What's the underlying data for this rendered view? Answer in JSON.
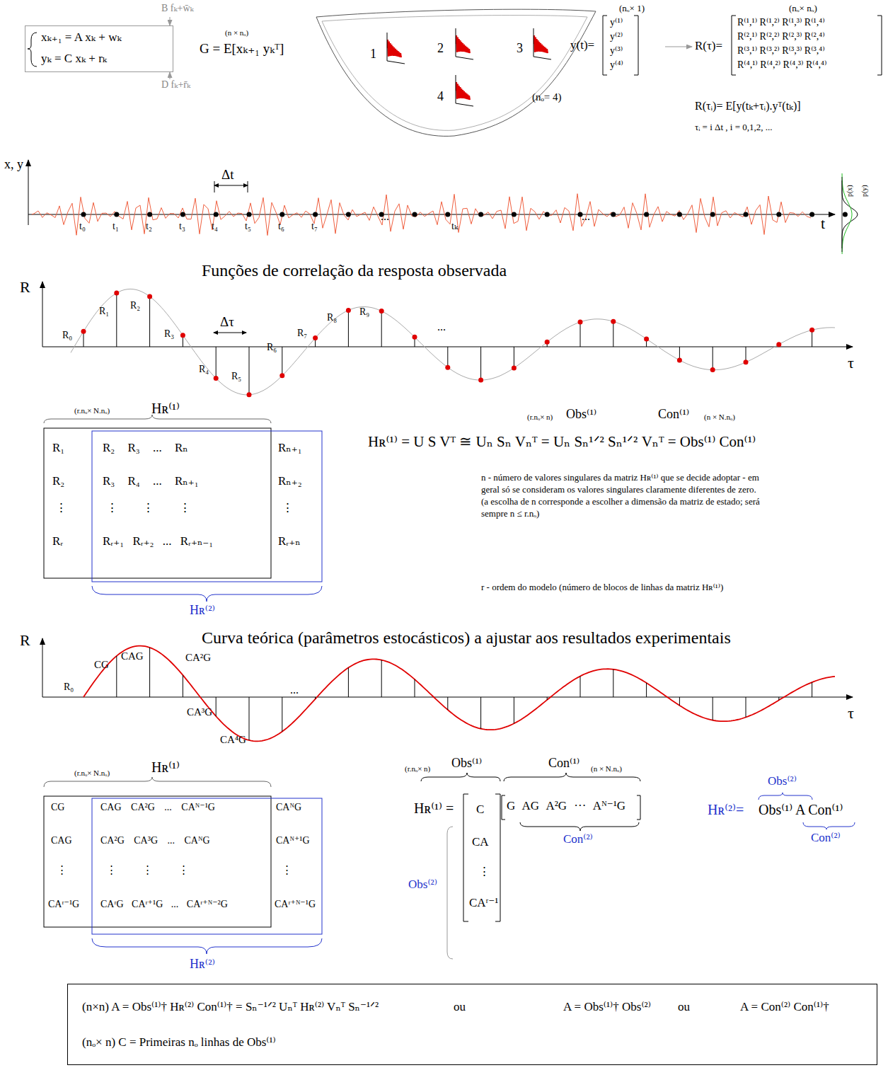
{
  "diagram": {
    "nodes": [
      {
        "text": [
          "xₖ₊₁ = A xₖ + wₖ",
          "yₖ = C xₖ + rₖ"
        ]
      },
      {
        "text": [
          "(n×n)  A = Obs⁽¹⁾† Hʀ⁽²⁾ Con⁽¹⁾† = Sₙ⁻¹ᐟ² Uₙᵀ Hʀ⁽²⁾ Vₙᵀ Sₙ⁻¹ᐟ²",
          "ou",
          "A = Obs⁽¹⁾† Obs⁽²⁾",
          "ou",
          "A = Con⁽²⁾ Con⁽¹⁾†",
          "(nₒ× n)  C = Primeiras nₒ linhas de Obs⁽¹⁾"
        ]
      }
    ],
    "labels": [
      "B fₖ+w̄ₖ",
      "D fₖ+r̄ₖ",
      "(n × nₒ)",
      "G = E[xₖ₊₁ yₖᵀ]",
      "1",
      "2",
      "3",
      "4",
      "(nₒ= 4)",
      "(nₒ× 1)",
      "y(t)=",
      "y⁽¹⁾",
      "y⁽²⁾",
      "y⁽³⁾",
      "y⁽⁴⁾",
      "(nₒ× nₒ)",
      "R(τ)=",
      "R⁽¹,¹⁾ R⁽¹,²⁾ R⁽¹,³⁾ R⁽¹,⁴⁾",
      "R⁽²,¹⁾ R⁽²,²⁾ R⁽²,³⁾ R⁽²,⁴⁾",
      "R⁽³,¹⁾ R⁽³,²⁾ R⁽³,³⁾ R⁽³,⁴⁾",
      "R⁽⁴,¹⁾ R⁽⁴,²⁾ R⁽⁴,³⁾ R⁽⁴,⁴⁾",
      "R(τᵢ)= E[y(tₖ+τᵢ).yᵀ(tₖ)]",
      "τᵢ = i Δt , i = 0,1,2, ...",
      "x, y",
      "Δt",
      "t₀",
      "t₁",
      "t₂",
      "t₃",
      "t₄",
      "t₅",
      "t₆",
      "t₇",
      "...",
      "tₖ",
      "...",
      "t",
      "p(x)",
      "p(y)",
      "Funções de correlação da resposta observada",
      "R",
      "R₀",
      "R₁",
      "R₂",
      "R₃",
      "R₄",
      "R₅",
      "R₆",
      "R₇",
      "R₈",
      "R₉",
      "Δτ",
      "...",
      "τ",
      "(r.nₒ× N.nₒ)",
      "Hʀ⁽¹⁾",
      "R₁",
      "R₂ R₃ ... Rₙ",
      "Rₙ₊₁",
      "R₂",
      "R₃ R₄ ... Rₙ₊₁",
      "Rₙ₊₂",
      "⋮",
      "⋮ ⋮ ⋮",
      "⋮",
      "Rᵣ",
      "Rᵣ₊₁ Rᵣ₊₂ ... Rᵣ₊ₙ₋₁",
      "Rᵣ₊ₙ",
      "Hʀ⁽²⁾",
      "(r.nₒ× n)",
      "Obs⁽¹⁾",
      "Con⁽¹⁾",
      "(n × N.nₒ)",
      "Hʀ⁽¹⁾ = U S Vᵀ ≅ Uₙ Sₙ Vₙᵀ = Uₙ Sₙ¹ᐟ² Sₙ¹ᐟ² Vₙᵀ = Obs⁽¹⁾ Con⁽¹⁾",
      "n - número de valores singulares da matriz Hʀ⁽¹⁾ que se decide adoptar - em geral só se consideram os valores singulares claramente diferentes de zero. (a escolha de n corresponde a escolher a dimensão da matriz de estado; será sempre n ≤ r.nₒ)",
      "r - ordem do modelo (número de blocos de linhas da matriz Hʀ⁽¹⁾)",
      "R",
      "Curva teórica (parâmetros estocásticos) a ajustar aos resultados experimentais",
      "R₀",
      "CG",
      "CAG",
      "CA²G",
      "CA³G",
      "CA⁴G",
      "...",
      "τ",
      "(r.nₒ× N.nₒ)",
      "Hʀ⁽¹⁾",
      "CG",
      "CAG CA²G ... CAᴺ⁻¹G",
      "CAᴺG",
      "CAG",
      "CA²G CA³G ... CAᴺG",
      "CAᴺ⁺¹G",
      "⋮",
      "⋮ ⋮ ⋮",
      "⋮",
      "CAʳ⁻¹G",
      "CAʳG CAʳ⁺¹G ... CAʳ⁺ᴺ⁻²G",
      "CAʳ⁺ᴺ⁻¹G",
      "Hʀ⁽²⁾",
      "(r.nₒ× n)",
      "Obs⁽¹⁾",
      "Con⁽¹⁾",
      "(n × N.nₒ)",
      "Hʀ⁽¹⁾ =",
      "C",
      "CA",
      "⋮",
      "CAʳ⁻¹",
      "G  AG  A²G ··· Aᴺ⁻¹G",
      "Con⁽²⁾",
      "Obs⁽²⁾",
      "Obs⁽²⁾",
      "Hʀ⁽²⁾=",
      "Obs⁽¹⁾ A Con⁽¹⁾",
      "Con⁽²⁾"
    ]
  }
}
